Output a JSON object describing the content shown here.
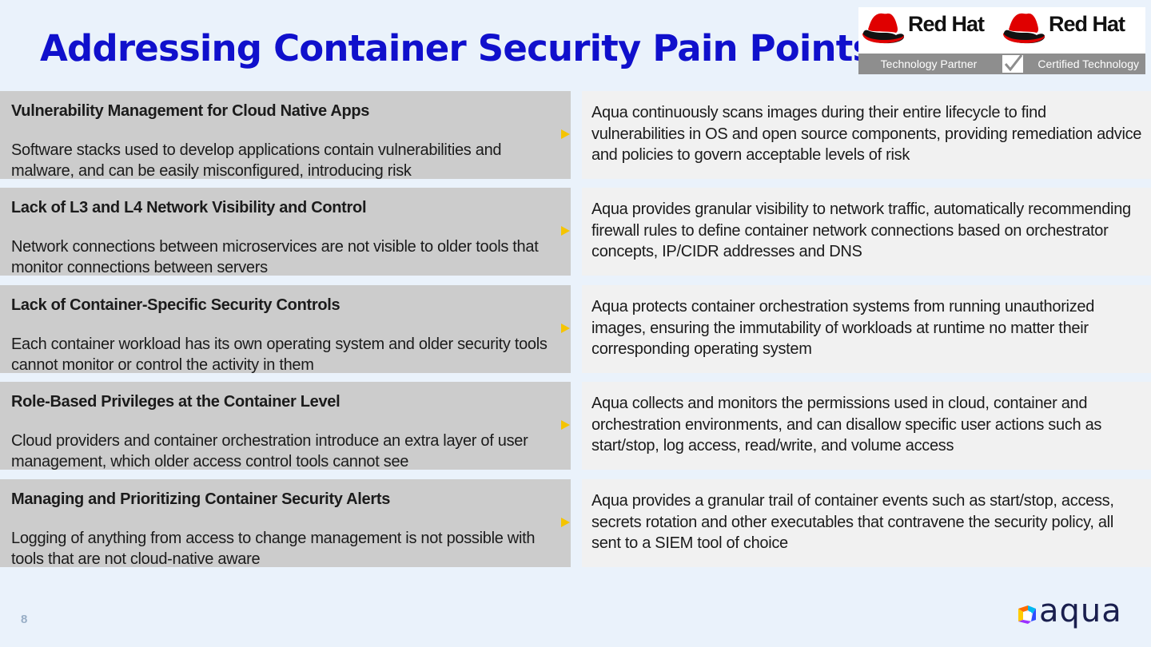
{
  "slide": {
    "title": "Addressing Container Security Pain Points",
    "page_number": "8"
  },
  "logos": {
    "badge1": {
      "brand": "Red Hat",
      "caption": "Technology Partner"
    },
    "badge2": {
      "brand": "Red Hat",
      "caption": "Certified Technology"
    },
    "aqua": "aqua"
  },
  "rows": [
    {
      "heading": "Vulnerability Management for Cloud  Native  Apps",
      "problem": "Software stacks used to develop applications contain vulnerabilities and malware, and can be easily misconfigured, introducing risk",
      "solution": "Aqua continuously scans images during their entire lifecycle to find vulnerabilities in OS and open source components, providing remediation advice and policies to govern acceptable levels of risk"
    },
    {
      "heading": "Lack of L3 and L4 Network Visibility and Control",
      "problem": "Network connections between microservices are not visible to older tools that monitor connections between servers",
      "solution": "Aqua provides granular visibility to network traffic, automatically recommending firewall rules to define container network connections based on orchestrator concepts, IP/CIDR addresses and DNS"
    },
    {
      "heading": "Lack of Container-Specific Security Controls",
      "problem": "Each container workload has its own operating system and older security tools cannot monitor or control the activity in them",
      "solution": "Aqua protects container orchestration systems from running unauthorized images, ensuring the immutability of workloads at runtime no matter  their corresponding operating system"
    },
    {
      "heading": "Role-Based Privileges at the Container Level",
      "problem": "Cloud providers and container orchestration introduce an extra layer of user management, which older access control tools cannot see",
      "solution": "Aqua collects and monitors the permissions used in cloud, container and orchestration environments, and can disallow specific user actions such as  start/stop, log access, read/write, and volume access"
    },
    {
      "heading": "Managing and Prioritizing Container Security Alerts",
      "problem": "Logging of anything from access to change management is not possible with tools that are not cloud-native aware",
      "solution": "Aqua provides a granular trail of container events such as start/stop, access, secrets rotation and other executables that contravene the security policy, all sent to a SIEM tool of choice"
    }
  ],
  "colors": {
    "title": "#1010cc",
    "background": "#eaf2fb",
    "left_panel": "#cccccc",
    "right_panel": "#f1f1f1",
    "arrow": "#f5c400"
  }
}
